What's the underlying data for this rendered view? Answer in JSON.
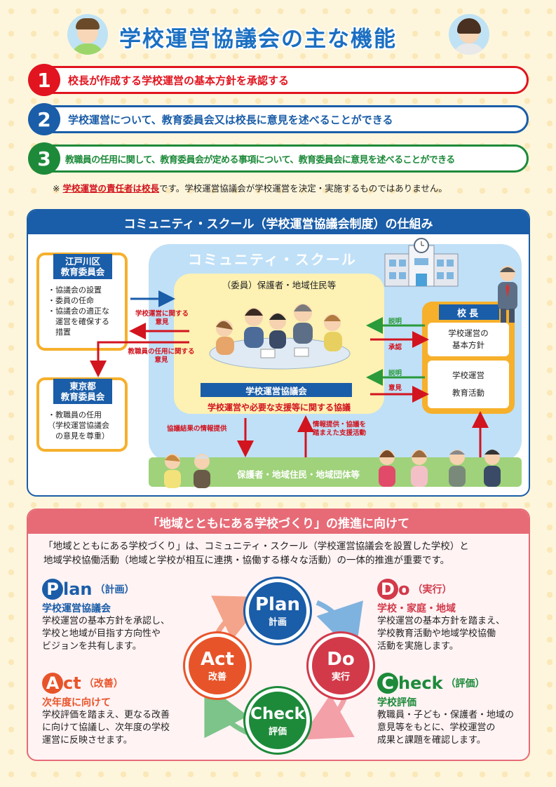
{
  "header": {
    "title": "学校運営協議会の主な機能"
  },
  "functions": [
    {
      "num": "1",
      "text": "校長が作成する学校運営の基本方針を承認する",
      "color": "#e1141f"
    },
    {
      "num": "2",
      "text": "学校運営について、教育委員会又は校長に意見を述べることができる",
      "color": "#1a5da8"
    },
    {
      "num": "3",
      "text": "教職員の任用に関して、教育委員会が定める事項について、教育委員会に意見を述べることができる",
      "color": "#1d8a3a"
    }
  ],
  "note": {
    "mark": "※",
    "highlight": "学校運営の責任者は校長",
    "rest": "です。学校運営協議会が学校運営を決定・実施するものではありません。"
  },
  "community_school": {
    "header": "コミュニティ・スクール（学校運営協議会制度）の仕組み",
    "label": "コミュニティ・スクール",
    "members": "（委員）保護者・地域住民等",
    "council": "学校運営協議会",
    "topic": "学校運営や必要な支援等に関する協議",
    "edogawa": {
      "title_line1": "江戸川区",
      "title_line2": "教育委員会",
      "items": [
        "・協議会の設置",
        "・委員の任命",
        "・協議会の適正な",
        "　運営を確保する",
        "　措置"
      ]
    },
    "tokyo": {
      "title_line1": "東京都",
      "title_line2": "教育委員会",
      "items": [
        "・教職員の任用",
        "（学校運営協議会",
        "　の意見を尊重）"
      ]
    },
    "principal": {
      "title": "校長",
      "policy_line1": "学校運営の",
      "policy_line2": "基本方針",
      "ops_line1": "学校運営",
      "ops_line2": "教育活動"
    },
    "arrows": {
      "opinion_school_l1": "学校運営に関する",
      "opinion_school_l2": "意見",
      "opinion_staff_l1": "教職員の任用に関する",
      "opinion_staff_l2": "意見",
      "explain1": "説明",
      "approve": "承認",
      "explain2": "説明",
      "opinion": "意見",
      "info_result": "協議結果の情報提供",
      "support_l1": "情報提供・協議を",
      "support_l2": "踏まえた支援活動"
    },
    "community": "保護者・地域住民・地域団体等"
  },
  "pdca": {
    "header": "「地域とともにある学校づくり」の推進に向けて",
    "intro_line1": "「地域とともにある学校づくり」は、コミュニティ・スクール（学校運営協議会を設置した学校）と",
    "intro_line2": "地域学校協働活動（地域と学校が相互に連携・協働する様々な活動）の一体的推進が重要です。",
    "plan": {
      "letter": "P",
      "rest": "lan",
      "jp": "（計画）",
      "sub": "学校運営協議会",
      "desc": [
        "学校運営の基本方針を承認し、",
        "学校と地域が目指す方向性や",
        "ビジョンを共有します。"
      ]
    },
    "do": {
      "letter": "D",
      "rest": "o",
      "jp": "（実行）",
      "sub": "学校・家庭・地域",
      "desc": [
        "学校運営の基本方針を踏まえ、",
        "学校教育活動や地域学校協働",
        "活動を実施します。"
      ]
    },
    "act": {
      "letter": "A",
      "rest": "ct",
      "jp": "（改善）",
      "sub": "次年度に向けて",
      "desc": [
        "学校評価を踏まえ、更なる改善",
        "に向けて協議し、次年度の学校",
        "運営に反映させます。"
      ]
    },
    "check": {
      "letter": "C",
      "rest": "heck",
      "jp": "（評価）",
      "sub": "学校評価",
      "desc": [
        "教職員・子ども・保護者・地域の",
        "意見等をもとに、学校運営の",
        "成果と課題を確認します。"
      ]
    },
    "circles": {
      "plan_en": "Plan",
      "plan_ja": "計画",
      "do_en": "Do",
      "do_ja": "実行",
      "check_en": "Check",
      "check_ja": "評価",
      "act_en": "Act",
      "act_ja": "改善"
    }
  },
  "colors": {
    "blue": "#1a5da8",
    "red": "#d2141f",
    "green": "#2a9a3a",
    "orange": "#f6b02c",
    "pink": "#e76b77"
  }
}
